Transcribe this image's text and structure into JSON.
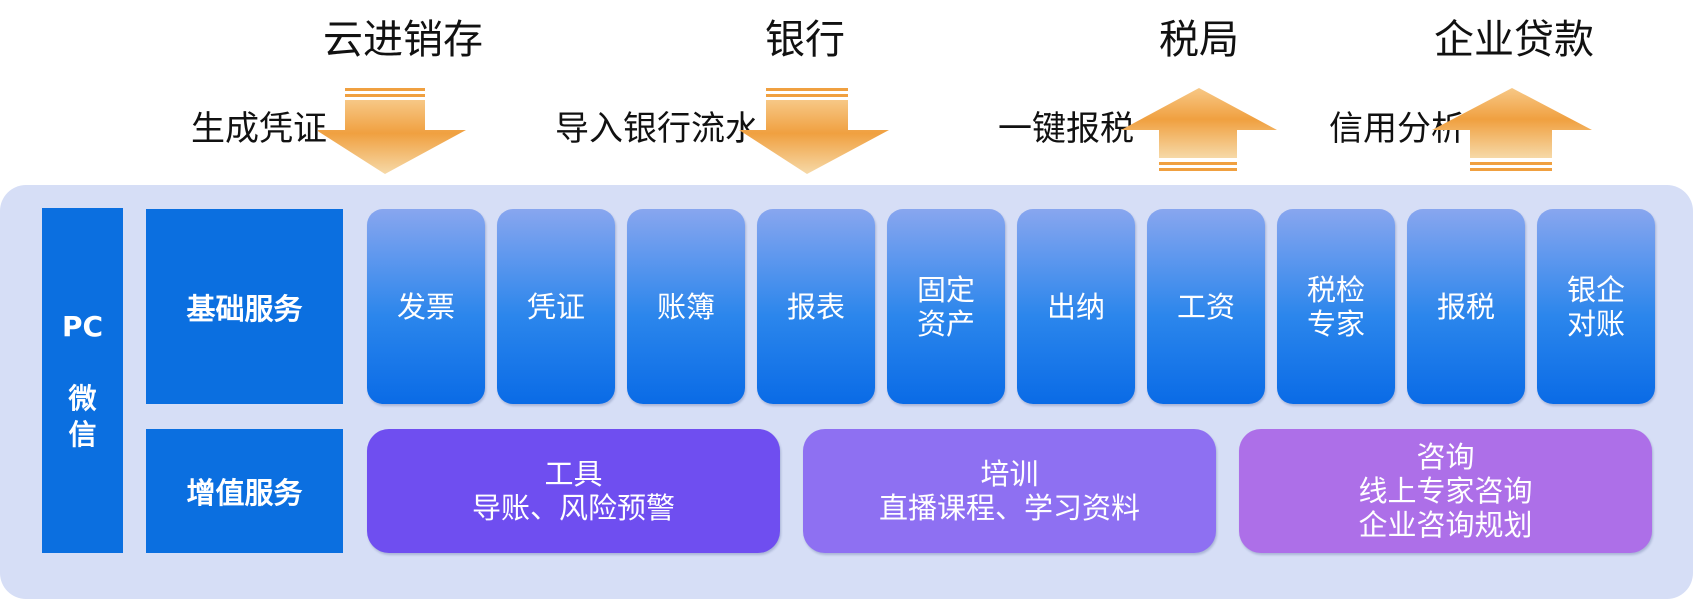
{
  "top_titles": [
    "云进销存",
    "银行",
    "税局",
    "企业贷款"
  ],
  "flows": [
    {
      "label": "生成凭证",
      "direction": "down"
    },
    {
      "label": "导入银行流水",
      "direction": "down"
    },
    {
      "label": "一键报税",
      "direction": "up"
    },
    {
      "label": "信用分析",
      "direction": "up"
    }
  ],
  "platform": {
    "line1": "PC",
    "line2": "微",
    "line3": "信"
  },
  "categories": {
    "basic": "基础服务",
    "value_added": "增值服务"
  },
  "basic_services": [
    {
      "line1": "发票",
      "line2": ""
    },
    {
      "line1": "凭证",
      "line2": ""
    },
    {
      "line1": "账簿",
      "line2": ""
    },
    {
      "line1": "报表",
      "line2": ""
    },
    {
      "line1": "固定",
      "line2": "资产"
    },
    {
      "line1": "出纳",
      "line2": ""
    },
    {
      "line1": "工资",
      "line2": ""
    },
    {
      "line1": "税检",
      "line2": "专家"
    },
    {
      "line1": "报税",
      "line2": ""
    },
    {
      "line1": "银企",
      "line2": "对账"
    }
  ],
  "value_added_services": [
    {
      "title": "工具",
      "line2": "导账、风险预警",
      "line3": ""
    },
    {
      "title": "培训",
      "line2": "直播课程、学习资料",
      "line3": ""
    },
    {
      "title": "咨询",
      "line2": "线上专家咨询",
      "line3": "企业咨询规划"
    }
  ],
  "colors": {
    "panel": "#d6def6",
    "primary_blue": "#0b6fe0",
    "arrow_orange": "#f0a040",
    "tools_purple": "#6f4ef0",
    "training_purple": "#8e70f2",
    "consult_purple": "#ad6fe8"
  }
}
